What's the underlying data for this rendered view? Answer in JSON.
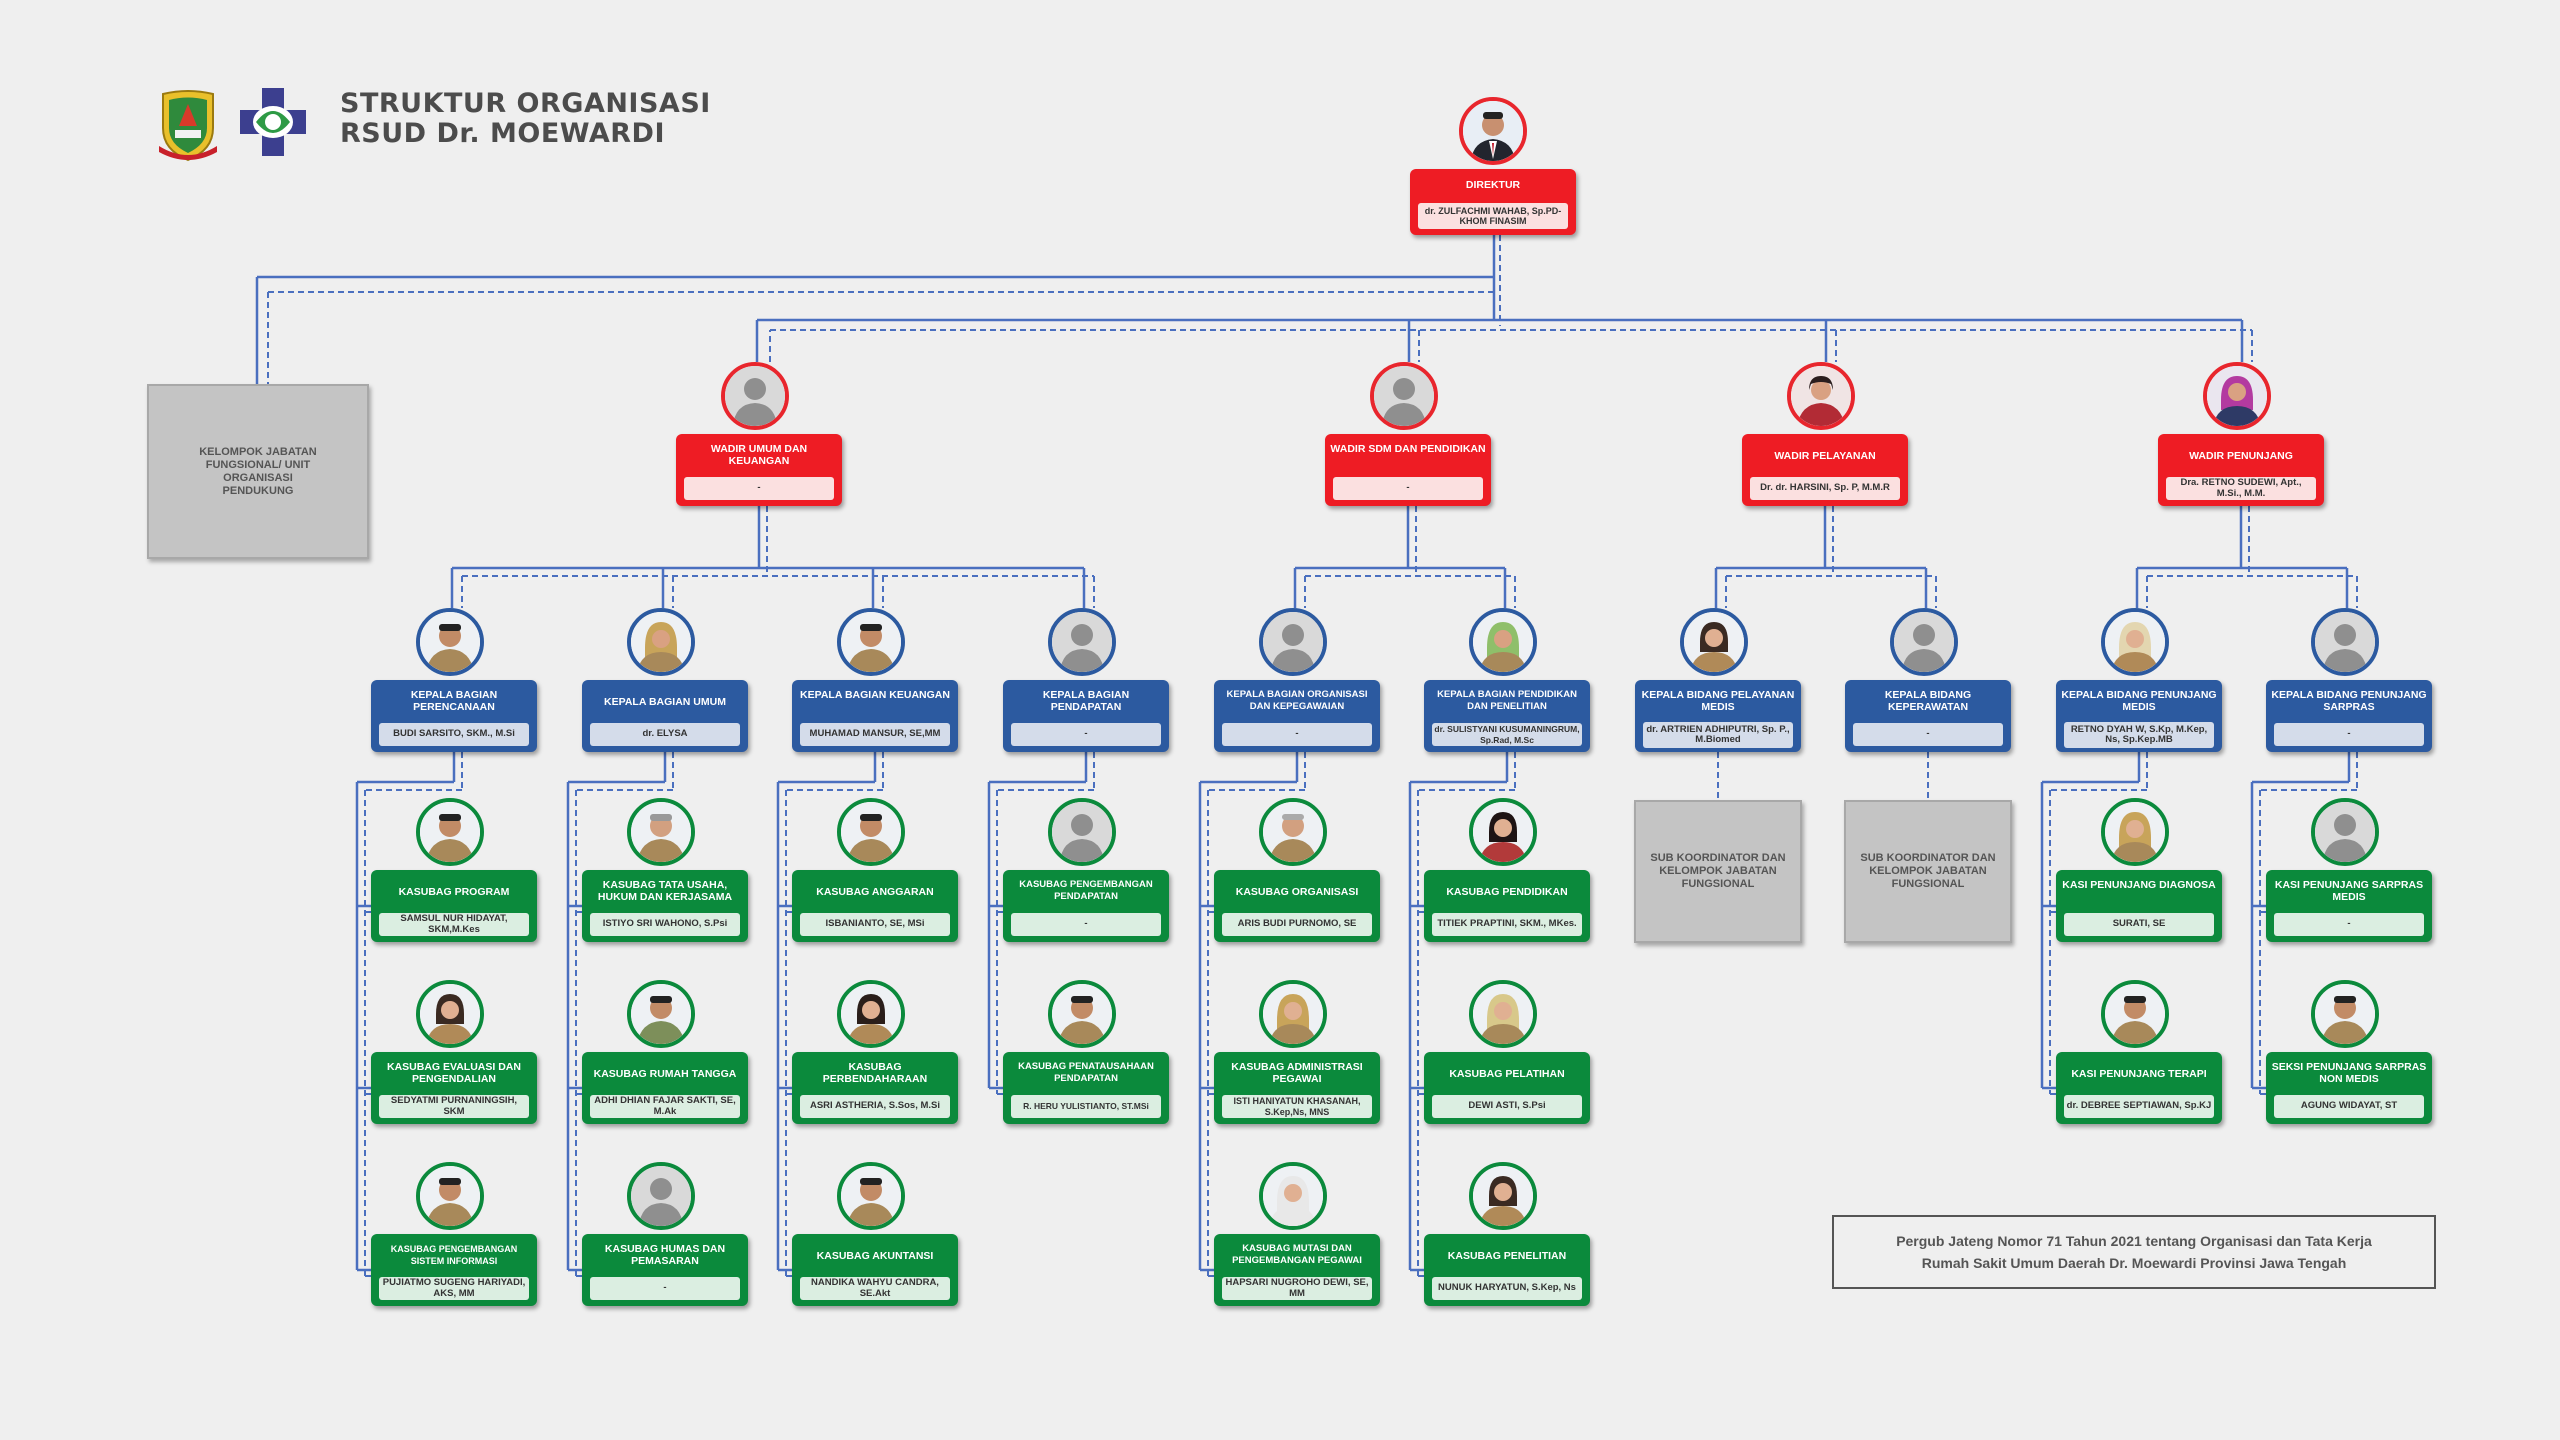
{
  "header": {
    "title_line1": "STRUKTUR ORGANISASI",
    "title_line2": "RSUD Dr. MOEWARDI",
    "logo1_icon": "jateng-emblem-icon",
    "logo2_icon": "kemenkes-cross-icon"
  },
  "colors": {
    "red": "#ee1c24",
    "blue": "#2c5aa0",
    "green": "#0b8a3c",
    "gray": "#c4c4c4",
    "line_blue": "#4a6fbf"
  },
  "director": {
    "title": "DIREKTUR",
    "name": "dr. ZULFACHMI WAHAB, Sp.PD-KHOM FINASIM"
  },
  "kelompok": {
    "text": "KELOMPOK JABATAN FUNGSIONAL/ UNIT ORGANISASI PENDUKUNG"
  },
  "wadirs": [
    {
      "title": "WADIR UMUM DAN KEUANGAN",
      "name": "-"
    },
    {
      "title": "WADIR SDM DAN PENDIDIKAN",
      "name": "-"
    },
    {
      "title": "WADIR PELAYANAN",
      "name": "Dr. dr. HARSINI, Sp. P, M.M.R"
    },
    {
      "title": "WADIR PENUNJANG",
      "name": "Dra. RETNO SUDEWI, Apt., M.Si., M.M."
    }
  ],
  "heads": [
    {
      "title": "KEPALA BAGIAN PERENCANAAN",
      "name": "BUDI SARSITO, SKM., M.Si"
    },
    {
      "title": "KEPALA BAGIAN UMUM",
      "name": "dr. ELYSA"
    },
    {
      "title": "KEPALA BAGIAN KEUANGAN",
      "name": "MUHAMAD MANSUR, SE,MM"
    },
    {
      "title": "KEPALA BAGIAN PENDAPATAN",
      "name": "-"
    },
    {
      "title": "KEPALA BAGIAN ORGANISASI DAN KEPEGAWAIAN",
      "name": "-"
    },
    {
      "title": "KEPALA BAGIAN PENDIDIKAN DAN PENELITIAN",
      "name": "dr. SULISTYANI KUSUMANINGRUM, Sp.Rad, M.Sc"
    },
    {
      "title": "KEPALA BIDANG PELAYANAN MEDIS",
      "name": "dr. ARTRIEN ADHIPUTRI, Sp. P., M.Biomed"
    },
    {
      "title": "KEPALA BIDANG KEPERAWATAN",
      "name": "-"
    },
    {
      "title": "KEPALA BIDANG PENUNJANG MEDIS",
      "name": "RETNO DYAH W, S.Kp, M.Kep, Ns, Sp.Kep.MB"
    },
    {
      "title": "KEPALA BIDANG PENUNJANG SARPRAS",
      "name": "-"
    }
  ],
  "subs": [
    {
      "title": "KASUBAG PROGRAM",
      "name": "SAMSUL NUR HIDAYAT, SKM,M.Kes"
    },
    {
      "title": "KASUBAG EVALUASI DAN PENGENDALIAN",
      "name": "SEDYATMI PURNANINGSIH, SKM"
    },
    {
      "title": "KASUBAG PENGEMBANGAN SISTEM INFORMASI",
      "name": "PUJIATMO SUGENG HARIYADI, AKS, MM"
    },
    {
      "title": "KASUBAG TATA USAHA, HUKUM DAN KERJASAMA",
      "name": "ISTIYO SRI WAHONO, S.Psi"
    },
    {
      "title": "KASUBAG RUMAH TANGGA",
      "name": "ADHI DHIAN FAJAR SAKTI, SE, M.Ak"
    },
    {
      "title": "KASUBAG HUMAS DAN PEMASARAN",
      "name": "-"
    },
    {
      "title": "KASUBAG ANGGARAN",
      "name": "ISBANIANTO, SE, MSi"
    },
    {
      "title": "KASUBAG PERBENDAHARAAN",
      "name": "ASRI ASTHERIA, S.Sos, M.Si"
    },
    {
      "title": "KASUBAG AKUNTANSI",
      "name": "NANDIKA WAHYU CANDRA, SE.Akt"
    },
    {
      "title": "KASUBAG PENGEMBANGAN PENDAPATAN",
      "name": "-"
    },
    {
      "title": "KASUBAG PENATAUSAHAAN PENDAPATAN",
      "name": "R. HERU YULISTIANTO, ST.MSi"
    },
    {
      "title": "KASUBAG ORGANISASI",
      "name": "ARIS BUDI PURNOMO, SE"
    },
    {
      "title": "KASUBAG ADMINISTRASI PEGAWAI",
      "name": "ISTI HANIYATUN KHASANAH, S.Kep,Ns, MNS"
    },
    {
      "title": "KASUBAG MUTASI DAN PENGEMBANGAN PEGAWAI",
      "name": "HAPSARI NUGROHO DEWI, SE, MM"
    },
    {
      "title": "KASUBAG PENDIDIKAN",
      "name": "TITIEK PRAPTINI, SKM., MKes."
    },
    {
      "title": "KASUBAG PELATIHAN",
      "name": "DEWI ASTI, S.Psi"
    },
    {
      "title": "KASUBAG PENELITIAN",
      "name": "NUNUK HARYATUN, S.Kep, Ns"
    },
    {
      "title": "KASI PENUNJANG DIAGNOSA",
      "name": "SURATI, SE"
    },
    {
      "title": "KASI PENUNJANG TERAPI",
      "name": "dr. DEBREE SEPTIAWAN, Sp.KJ"
    },
    {
      "title": "KASI PENUNJANG SARPRAS MEDIS",
      "name": "-"
    },
    {
      "title": "SEKSI PENUNJANG SARPRAS NON MEDIS",
      "name": "AGUNG WIDAYAT, ST"
    }
  ],
  "subkoor": [
    {
      "text": "SUB KOORDINATOR DAN KELOMPOK JABATAN FUNGSIONAL"
    },
    {
      "text": "SUB KOORDINATOR DAN KELOMPOK JABATAN FUNGSIONAL"
    }
  ],
  "footnote": {
    "line1": "Pergub Jateng Nomor 71 Tahun 2021 tentang Organisasi dan Tata Kerja",
    "line2": "Rumah Sakit Umum Daerah Dr. Moewardi Provinsi Jawa Tengah"
  }
}
